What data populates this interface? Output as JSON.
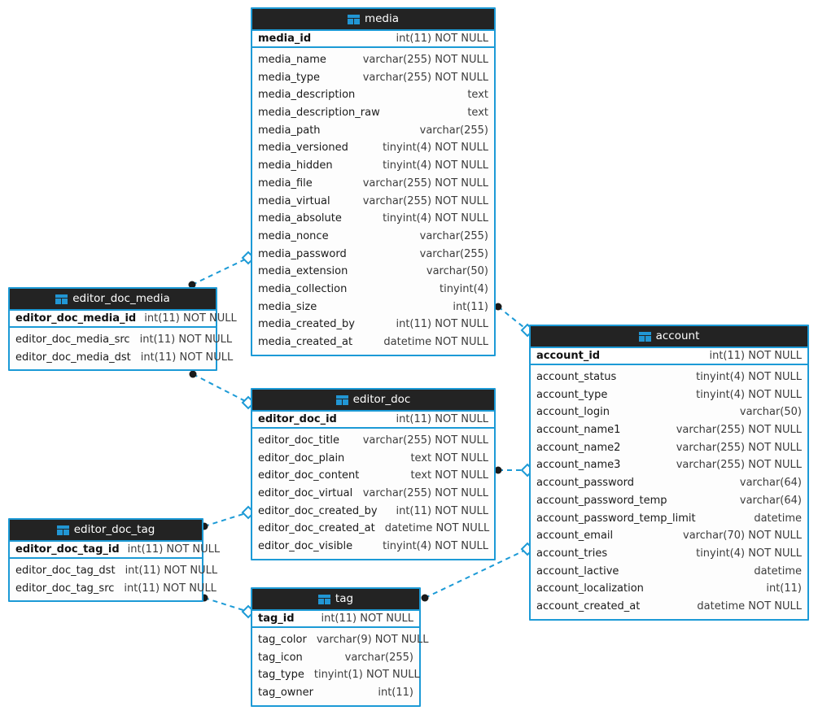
{
  "diagram": {
    "type": "entity-relationship-diagram",
    "background": "#ffffff",
    "accent_color": "#1c9ad6",
    "header_color": "#232323",
    "line_style": "dashed",
    "icon": "table-icon"
  },
  "entities": [
    {
      "id": "media",
      "name": "media",
      "primary_key": {
        "field": "media_id",
        "type": "int(11) NOT NULL"
      },
      "fields": [
        {
          "field": "media_name",
          "type": "varchar(255) NOT NULL"
        },
        {
          "field": "media_type",
          "type": "varchar(255) NOT NULL"
        },
        {
          "field": "media_description",
          "type": "text"
        },
        {
          "field": "media_description_raw",
          "type": "text"
        },
        {
          "field": "media_path",
          "type": "varchar(255)"
        },
        {
          "field": "media_versioned",
          "type": "tinyint(4) NOT NULL"
        },
        {
          "field": "media_hidden",
          "type": "tinyint(4) NOT NULL"
        },
        {
          "field": "media_file",
          "type": "varchar(255) NOT NULL"
        },
        {
          "field": "media_virtual",
          "type": "varchar(255) NOT NULL"
        },
        {
          "field": "media_absolute",
          "type": "tinyint(4) NOT NULL"
        },
        {
          "field": "media_nonce",
          "type": "varchar(255)"
        },
        {
          "field": "media_password",
          "type": "varchar(255)"
        },
        {
          "field": "media_extension",
          "type": "varchar(50)"
        },
        {
          "field": "media_collection",
          "type": "tinyint(4)"
        },
        {
          "field": "media_size",
          "type": "int(11)"
        },
        {
          "field": "media_created_by",
          "type": "int(11) NOT NULL"
        },
        {
          "field": "media_created_at",
          "type": "datetime NOT NULL"
        }
      ]
    },
    {
      "id": "account",
      "name": "account",
      "primary_key": {
        "field": "account_id",
        "type": "int(11) NOT NULL"
      },
      "fields": [
        {
          "field": "account_status",
          "type": "tinyint(4) NOT NULL"
        },
        {
          "field": "account_type",
          "type": "tinyint(4) NOT NULL"
        },
        {
          "field": "account_login",
          "type": "varchar(50)"
        },
        {
          "field": "account_name1",
          "type": "varchar(255) NOT NULL"
        },
        {
          "field": "account_name2",
          "type": "varchar(255) NOT NULL"
        },
        {
          "field": "account_name3",
          "type": "varchar(255) NOT NULL"
        },
        {
          "field": "account_password",
          "type": "varchar(64)"
        },
        {
          "field": "account_password_temp",
          "type": "varchar(64)"
        },
        {
          "field": "account_password_temp_limit",
          "type": "datetime"
        },
        {
          "field": "account_email",
          "type": "varchar(70) NOT NULL"
        },
        {
          "field": "account_tries",
          "type": "tinyint(4) NOT NULL"
        },
        {
          "field": "account_lactive",
          "type": "datetime"
        },
        {
          "field": "account_localization",
          "type": "int(11)"
        },
        {
          "field": "account_created_at",
          "type": "datetime NOT NULL"
        }
      ]
    },
    {
      "id": "editor_doc",
      "name": "editor_doc",
      "primary_key": {
        "field": "editor_doc_id",
        "type": "int(11) NOT NULL"
      },
      "fields": [
        {
          "field": "editor_doc_title",
          "type": "varchar(255) NOT NULL"
        },
        {
          "field": "editor_doc_plain",
          "type": "text NOT NULL"
        },
        {
          "field": "editor_doc_content",
          "type": "text NOT NULL"
        },
        {
          "field": "editor_doc_virtual",
          "type": "varchar(255) NOT NULL"
        },
        {
          "field": "editor_doc_created_by",
          "type": "int(11) NOT NULL"
        },
        {
          "field": "editor_doc_created_at",
          "type": "datetime NOT NULL"
        },
        {
          "field": "editor_doc_visible",
          "type": "tinyint(4) NOT NULL"
        }
      ]
    },
    {
      "id": "editor_doc_media",
      "name": "editor_doc_media",
      "primary_key": {
        "field": "editor_doc_media_id",
        "type": "int(11) NOT NULL"
      },
      "fields": [
        {
          "field": "editor_doc_media_src",
          "type": "int(11) NOT NULL"
        },
        {
          "field": "editor_doc_media_dst",
          "type": "int(11) NOT NULL"
        }
      ]
    },
    {
      "id": "editor_doc_tag",
      "name": "editor_doc_tag",
      "primary_key": {
        "field": "editor_doc_tag_id",
        "type": "int(11) NOT NULL"
      },
      "fields": [
        {
          "field": "editor_doc_tag_dst",
          "type": "int(11) NOT NULL"
        },
        {
          "field": "editor_doc_tag_src",
          "type": "int(11) NOT NULL"
        }
      ]
    },
    {
      "id": "tag",
      "name": "tag",
      "primary_key": {
        "field": "tag_id",
        "type": "int(11) NOT NULL"
      },
      "fields": [
        {
          "field": "tag_color",
          "type": "varchar(9) NOT NULL"
        },
        {
          "field": "tag_icon",
          "type": "varchar(255)"
        },
        {
          "field": "tag_type",
          "type": "tinyint(1) NOT NULL"
        },
        {
          "field": "tag_owner",
          "type": "int(11)"
        }
      ]
    }
  ],
  "relationships": [
    {
      "id": "rel-edm-media",
      "from": "editor_doc_media",
      "to": "media",
      "from_marker": "dot",
      "to_marker": "diamond"
    },
    {
      "id": "rel-edm-editordoc",
      "from": "editor_doc_media",
      "to": "editor_doc",
      "from_marker": "dot",
      "to_marker": "diamond"
    },
    {
      "id": "rel-media-account",
      "from": "media",
      "to": "account",
      "from_marker": "dot",
      "to_marker": "diamond"
    },
    {
      "id": "rel-editordoc-account",
      "from": "editor_doc",
      "to": "account",
      "from_marker": "dot",
      "to_marker": "diamond"
    },
    {
      "id": "rel-edt-editordoc",
      "from": "editor_doc_tag",
      "to": "editor_doc",
      "from_marker": "dot",
      "to_marker": "diamond"
    },
    {
      "id": "rel-edt-tag",
      "from": "editor_doc_tag",
      "to": "tag",
      "from_marker": "dot",
      "to_marker": "diamond"
    },
    {
      "id": "rel-tag-account",
      "from": "tag",
      "to": "account",
      "from_marker": "dot",
      "to_marker": "diamond"
    }
  ]
}
